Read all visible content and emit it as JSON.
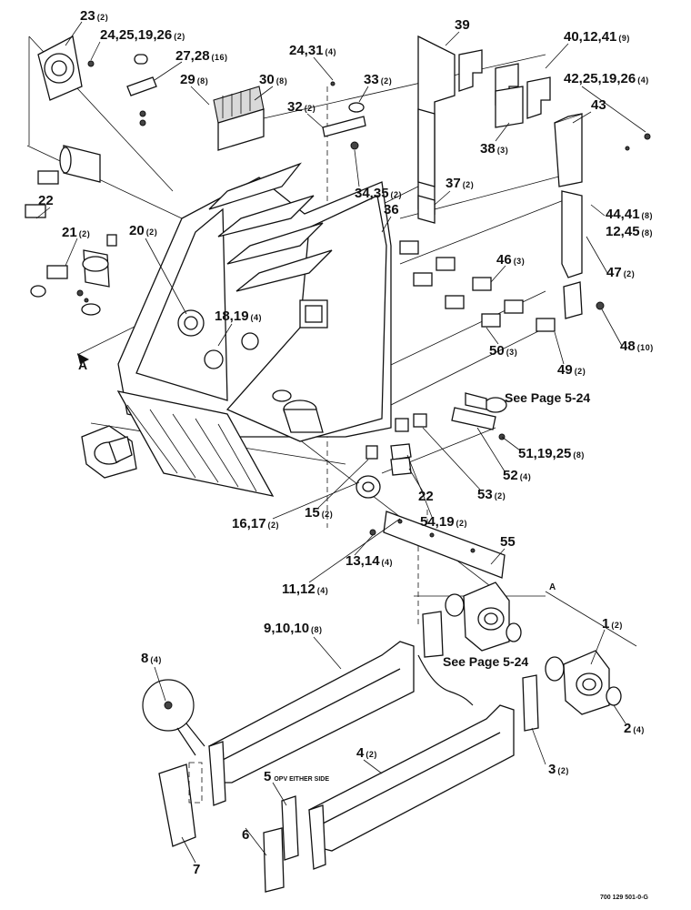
{
  "diagram": {
    "callouts": [
      {
        "id": "c23",
        "text": "23",
        "qty": "(2)"
      },
      {
        "id": "c24a",
        "text": "24,25,19,26",
        "qty": "(2)"
      },
      {
        "id": "c27",
        "text": "27,28",
        "qty": "(16)"
      },
      {
        "id": "c29",
        "text": "29",
        "qty": "(8)"
      },
      {
        "id": "c30",
        "text": "30",
        "qty": "(8)"
      },
      {
        "id": "c24b",
        "text": "24,31",
        "qty": "(4)"
      },
      {
        "id": "c33",
        "text": "33",
        "qty": "(2)"
      },
      {
        "id": "c32",
        "text": "32",
        "qty": "(2)"
      },
      {
        "id": "c39",
        "text": "39",
        "qty": ""
      },
      {
        "id": "c40",
        "text": "40,12,41",
        "qty": "(9)"
      },
      {
        "id": "c42",
        "text": "42,25,19,26",
        "qty": "(4)"
      },
      {
        "id": "c43",
        "text": "43",
        "qty": ""
      },
      {
        "id": "c38",
        "text": "38",
        "qty": "(3)"
      },
      {
        "id": "c34",
        "text": "34,35",
        "qty": "(2)"
      },
      {
        "id": "c37",
        "text": "37",
        "qty": "(2)"
      },
      {
        "id": "c44",
        "text": "44,41",
        "qty": "(8)"
      },
      {
        "id": "c12",
        "text": "12,45",
        "qty": "(8)"
      },
      {
        "id": "c22a",
        "text": "22",
        "qty": ""
      },
      {
        "id": "c36",
        "text": "36",
        "qty": ""
      },
      {
        "id": "c20",
        "text": "20",
        "qty": "(2)"
      },
      {
        "id": "c21",
        "text": "21",
        "qty": "(2)"
      },
      {
        "id": "c47",
        "text": "47",
        "qty": "(2)"
      },
      {
        "id": "c46",
        "text": "46",
        "qty": "(3)"
      },
      {
        "id": "c18",
        "text": "18,19",
        "qty": "(4)"
      },
      {
        "id": "c48",
        "text": "48",
        "qty": "(10)"
      },
      {
        "id": "c50",
        "text": "50",
        "qty": "(3)"
      },
      {
        "id": "c49",
        "text": "49",
        "qty": "(2)"
      },
      {
        "id": "c51",
        "text": "51,19,25",
        "qty": "(8)"
      },
      {
        "id": "c52",
        "text": "52",
        "qty": "(4)"
      },
      {
        "id": "c53",
        "text": "53",
        "qty": "(2)"
      },
      {
        "id": "c22b",
        "text": "22",
        "qty": ""
      },
      {
        "id": "c16",
        "text": "16,17",
        "qty": "(2)"
      },
      {
        "id": "c15",
        "text": "15",
        "qty": "(2)"
      },
      {
        "id": "c54",
        "text": "54,19",
        "qty": "(2)"
      },
      {
        "id": "c55",
        "text": "55",
        "qty": ""
      },
      {
        "id": "c13",
        "text": "13,14",
        "qty": "(4)"
      },
      {
        "id": "c11",
        "text": "11,12",
        "qty": "(4)"
      },
      {
        "id": "c1",
        "text": "1",
        "qty": "(2)"
      },
      {
        "id": "c9",
        "text": "9,10,10",
        "qty": "(8)"
      },
      {
        "id": "c8",
        "text": "8",
        "qty": "(4)"
      },
      {
        "id": "c2",
        "text": "2",
        "qty": "(4)"
      },
      {
        "id": "c4",
        "text": "4",
        "qty": "(2)"
      },
      {
        "id": "c3",
        "text": "3",
        "qty": "(2)"
      },
      {
        "id": "c5",
        "text": "5",
        "qty": ""
      },
      {
        "id": "c6",
        "text": "6",
        "qty": ""
      },
      {
        "id": "c7",
        "text": "7",
        "qty": ""
      }
    ],
    "notes": {
      "see_page_1": "See Page 5-24",
      "see_page_2": "See Page 5-24",
      "opp_either_side": "OPV EITHER SIDE",
      "ref_a_left": "A",
      "ref_a_right": "A",
      "figure_number": "700 129 501-0-G"
    }
  }
}
